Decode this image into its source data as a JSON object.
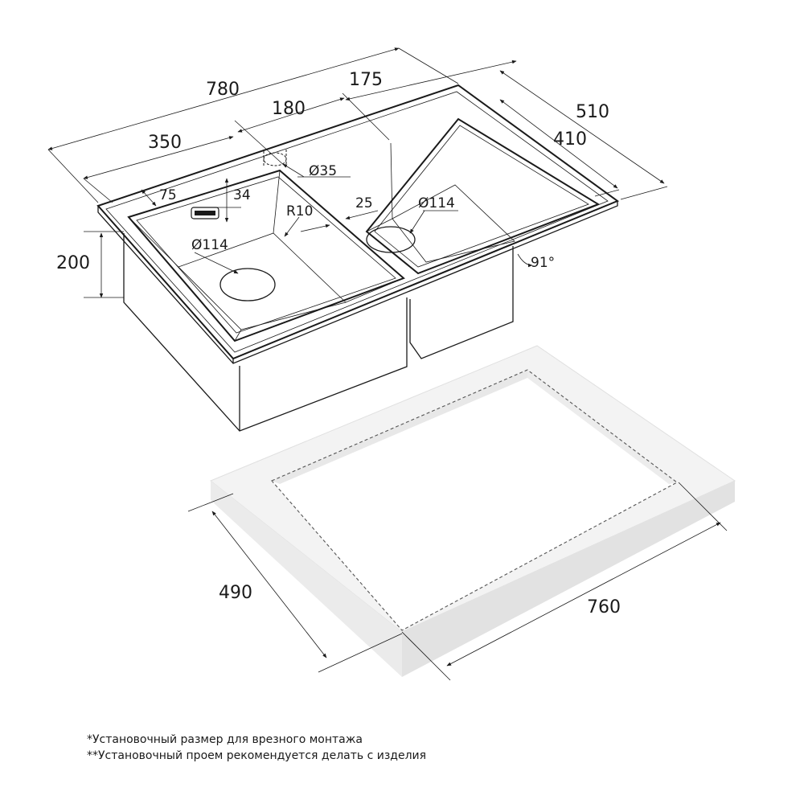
{
  "dimensions": {
    "overall_length": "780",
    "left_bowl_width": "350",
    "center_gap": "180",
    "right_section": "175",
    "overall_depth": "510",
    "inner_depth": "410",
    "bowl_height": "200",
    "faucet_hole": "Ø35",
    "offset_75": "75",
    "overflow_34": "34",
    "corner_radius": "R10",
    "gap_25": "25",
    "drain_left": "Ø114",
    "drain_right": "Ø114",
    "angle": "91°",
    "cutout_depth": "490",
    "cutout_length": "760"
  },
  "notes": {
    "line1": "*Установочный размер для врезного монтажа",
    "line2": "**Установочный проем рекомендуется делать с изделия"
  }
}
